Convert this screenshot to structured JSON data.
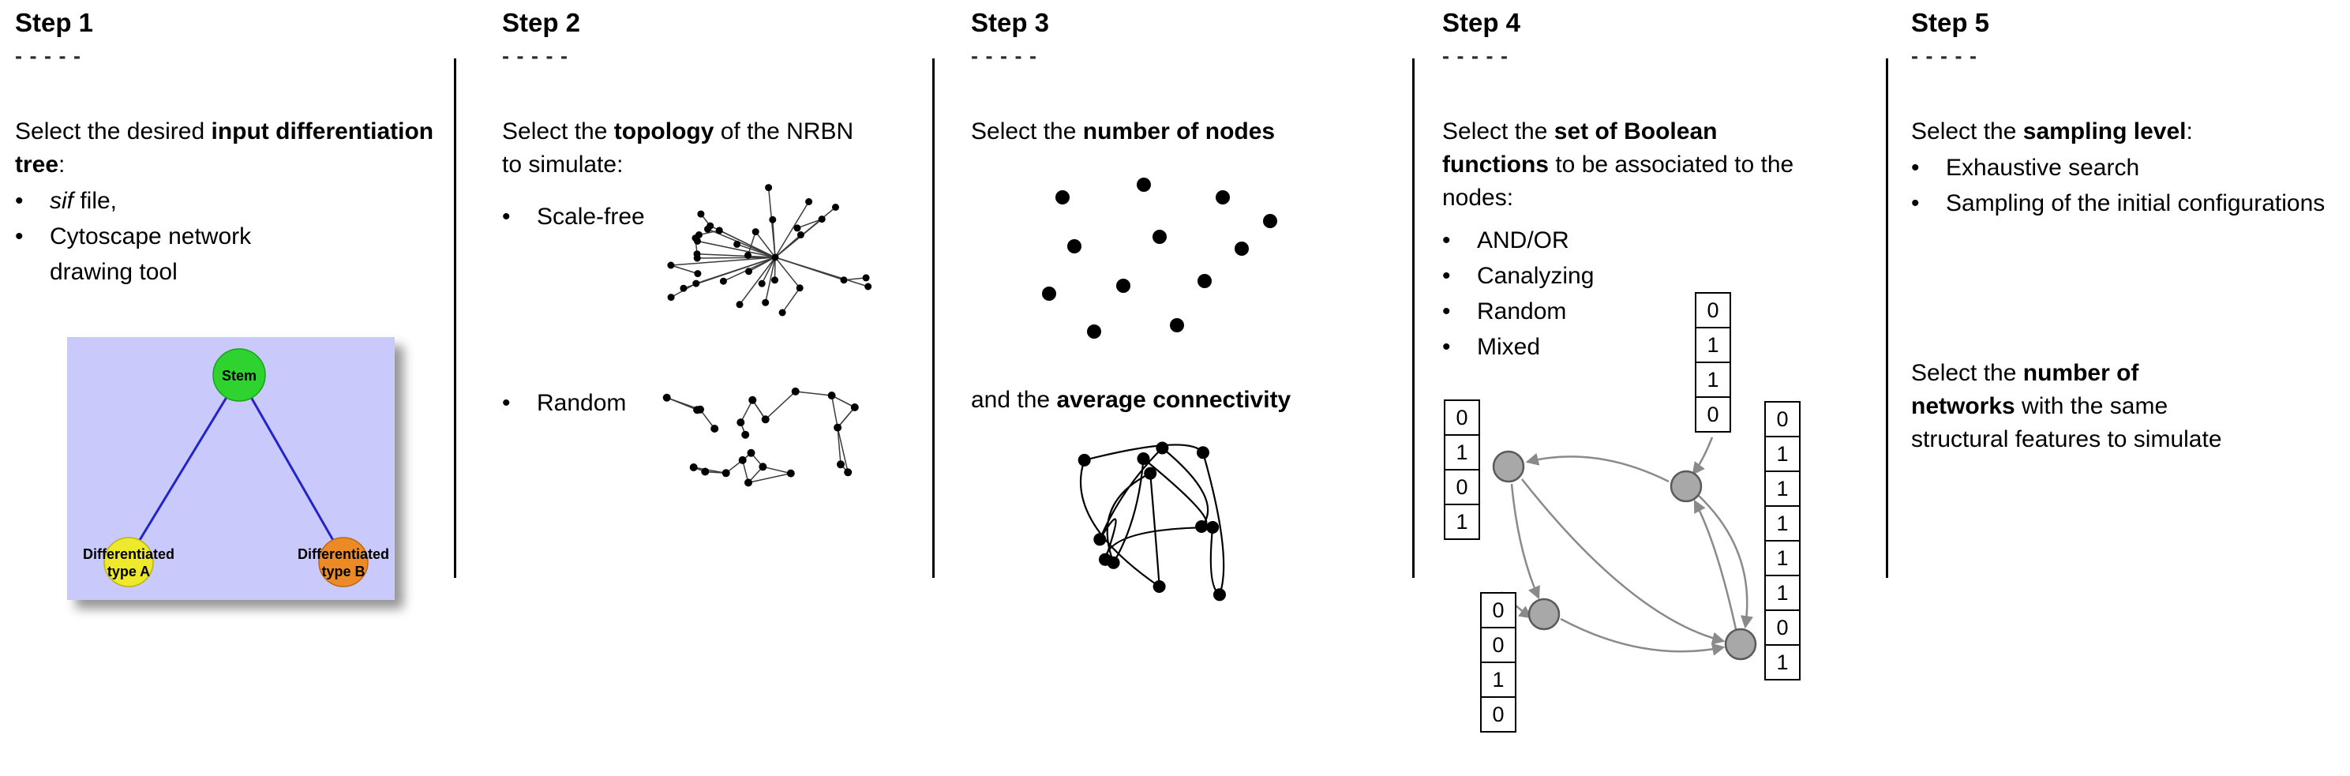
{
  "step1": {
    "heading": "Step 1",
    "dashes": "- - - - -",
    "intro": [
      "Select the desired ",
      "input differentiation tree",
      ":"
    ],
    "bullet1_italic": "sif",
    "bullet1_rest": " file,",
    "bullet2": "Cytoscape network drawing tool",
    "tree": {
      "stem": "Stem",
      "type_a_line1": "Differentiated",
      "type_a_line2": "type A",
      "type_b_line1": "Differentiated",
      "type_b_line2": "type B",
      "colors": {
        "background": "#c9c9fc",
        "stem": "#2fd32f",
        "type_a": "#efe92c",
        "type_b": "#ec8b26",
        "edge": "#2323c8"
      }
    }
  },
  "step2": {
    "heading": "Step 2",
    "dashes": "- - - - -",
    "intro": [
      "Select the ",
      "topology",
      " of the NRBN to simulate:"
    ],
    "bullets": [
      "Scale-free",
      "Random"
    ]
  },
  "step3": {
    "heading": "Step 3",
    "dashes": "- - - - -",
    "intro": [
      "Select the ",
      "number of nodes"
    ],
    "connectivity": [
      "and the ",
      "average connectivity"
    ]
  },
  "step4": {
    "heading": "Step 4",
    "dashes": "- - - - -",
    "intro": [
      "Select the ",
      "set of Boolean functions",
      " to be associated to the nodes:"
    ],
    "bullets": [
      "AND/OR",
      "Canalyzing",
      "Random",
      "Mixed"
    ],
    "tables": {
      "top": [
        "0",
        "1",
        "1",
        "0"
      ],
      "left": [
        "0",
        "1",
        "0",
        "1"
      ],
      "bottom": [
        "0",
        "0",
        "1",
        "0"
      ],
      "right": [
        "0",
        "1",
        "1",
        "1",
        "1",
        "1",
        "0",
        "1"
      ]
    },
    "colors": {
      "node_fill": "#a8a8a8",
      "node_stroke": "#5a5a5a",
      "arrow": "#8a8a8a"
    }
  },
  "step5": {
    "heading": "Step 5",
    "dashes": "- - - - -",
    "intro": [
      "Select the ",
      "sampling level",
      ":"
    ],
    "bullets": [
      "Exhaustive search",
      "Sampling of the initial configurations"
    ],
    "networks": [
      "Select the ",
      "number of",
      "networks",
      " with the same",
      "structural features to simulate"
    ]
  }
}
